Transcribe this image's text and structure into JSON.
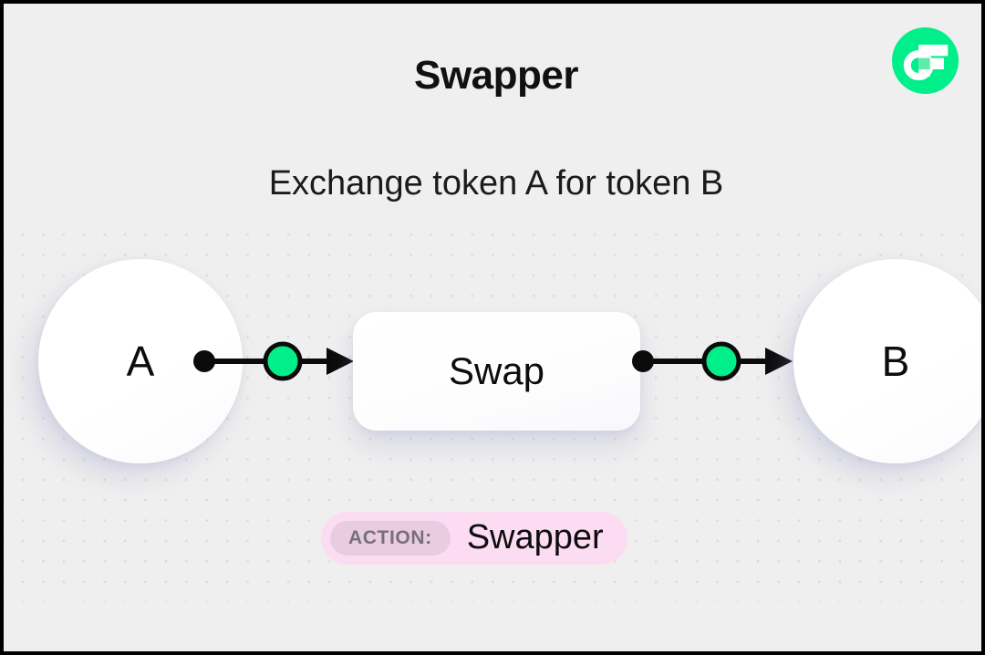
{
  "header": {
    "title": "Swapper",
    "subtitle": "Exchange token A for token B"
  },
  "brand": {
    "logo_icon": "flow-logo-icon",
    "logo_name": "Flow",
    "circle_color": "#00ef8b",
    "mark_color": "#ffffff",
    "accent_color": "#5eeaa8"
  },
  "diagram": {
    "type": "flow",
    "nodes": [
      {
        "id": "a",
        "label": "A",
        "shape": "circle"
      },
      {
        "id": "swap",
        "label": "Swap",
        "shape": "rounded-rect"
      },
      {
        "id": "b",
        "label": "B",
        "shape": "circle"
      }
    ],
    "edges": [
      {
        "id": "edge-a-swap",
        "from": "a",
        "to": "swap",
        "marker": "arrow",
        "node_color": "#00ef8b"
      },
      {
        "id": "edge-swap-b",
        "from": "swap",
        "to": "b",
        "marker": "arrow",
        "node_color": "#00ef8b"
      }
    ],
    "colors": {
      "line": "#0b0b0b",
      "node_fill": "#00ef8b",
      "node_stroke": "#0b0b0b",
      "background": "#efefef",
      "dot_grid": "#dcdcdc"
    }
  },
  "action_badge": {
    "key": "ACTION:",
    "value": "Swapper",
    "pill_color": "#fcdcf3",
    "key_pill_color": "#e9ccdf",
    "key_text_color": "#76707a"
  }
}
